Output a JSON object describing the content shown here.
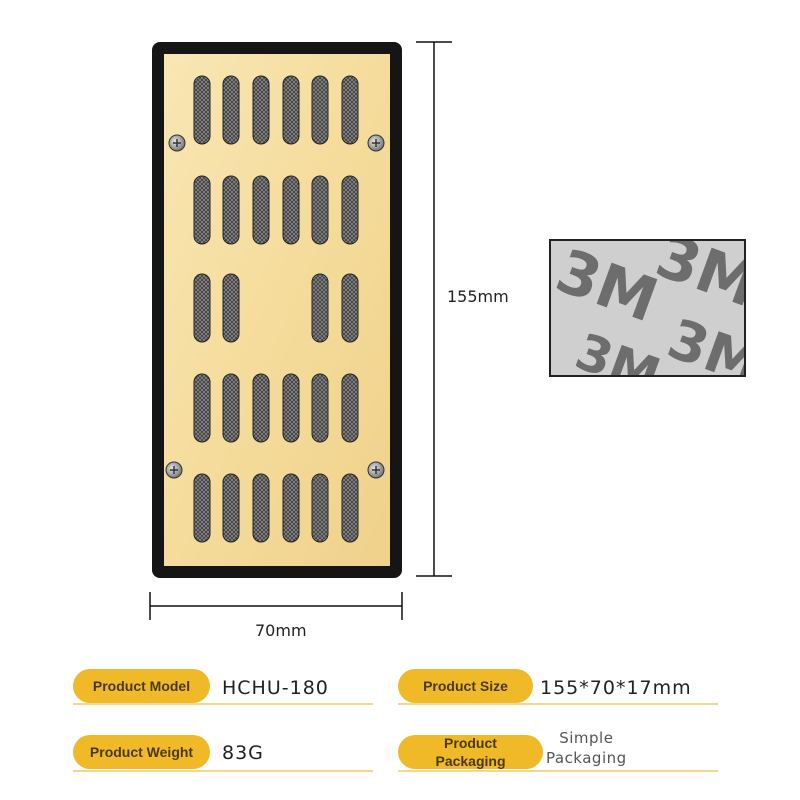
{
  "dimensions": {
    "height_label": "155mm",
    "width_label": "70mm"
  },
  "sticker": {
    "brand_mark": "3M"
  },
  "specs": [
    {
      "label": "Product Model",
      "value": "HCHU-180"
    },
    {
      "label": "Product Size",
      "value": "155*70*17mm"
    },
    {
      "label": "Product Weight",
      "value": "83G"
    },
    {
      "label_line1": "Product",
      "label_line2": "Packaging",
      "value_line1": "Simple",
      "value_line2": "Packaging"
    }
  ],
  "colors": {
    "plate_gold": "#f6dfa2",
    "frame_black": "#151515",
    "pill_gold": "#f0b928"
  }
}
